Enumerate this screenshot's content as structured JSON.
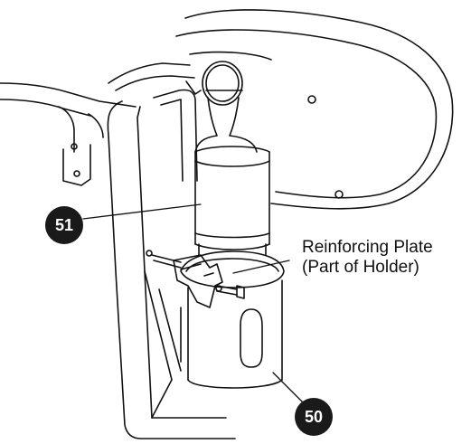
{
  "callouts": {
    "part_51": "51",
    "part_50": "50",
    "reinforcing_plate_line1": "Reinforcing Plate",
    "reinforcing_plate_line2": "(Part of Holder)"
  },
  "colors": {
    "ink": "#111111",
    "badge": "#1a1a1a",
    "background": "#ffffff"
  }
}
